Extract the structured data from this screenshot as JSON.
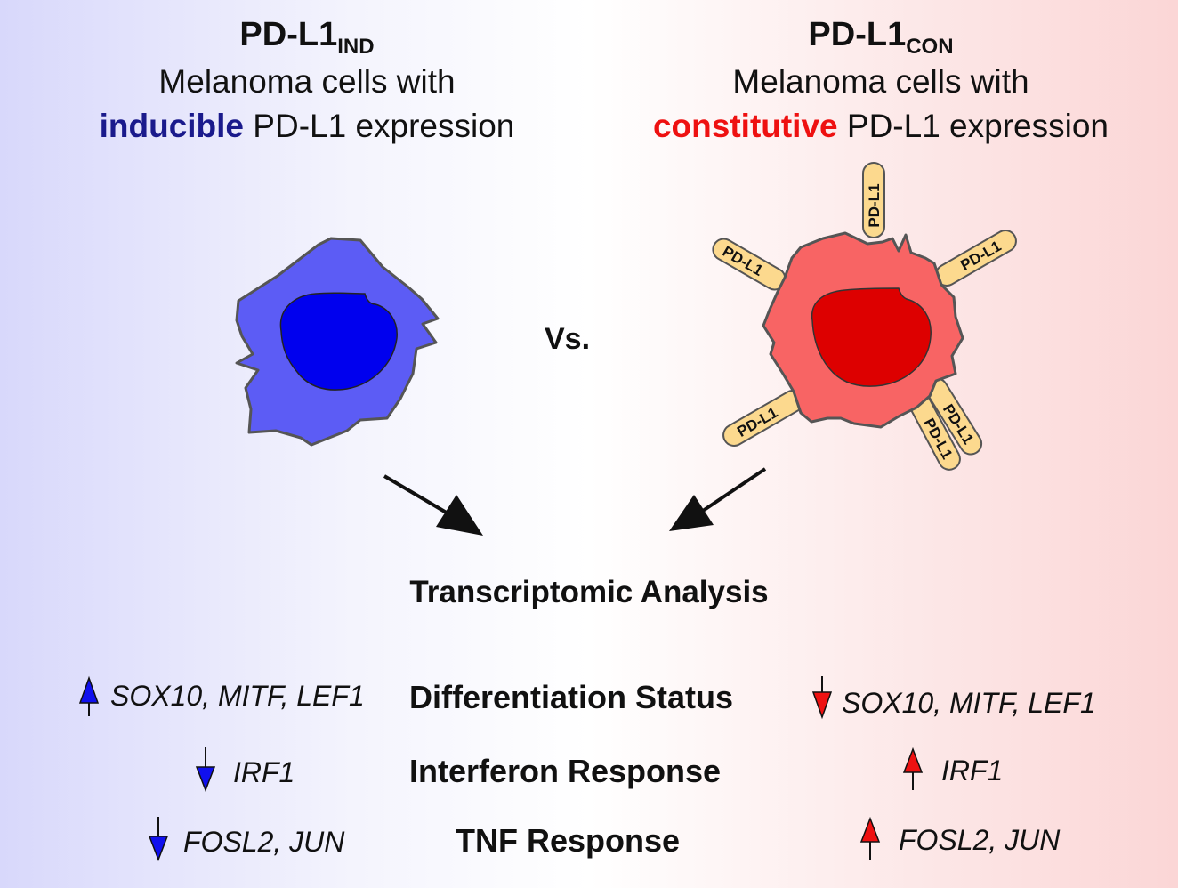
{
  "left": {
    "title": "PD-L1",
    "subscript": "IND",
    "line1": "Melanoma cells with",
    "highlight": "inducible",
    "rest": " PD-L1 expression",
    "color": "#1a1a8c"
  },
  "right": {
    "title": "PD-L1",
    "subscript": "CON",
    "line1": "Melanoma cells with",
    "highlight": "constitutive",
    "rest": " PD-L1 expression",
    "color": "#ee1111"
  },
  "vs": "Vs.",
  "receptor_label": "PD-L1",
  "analysis": "Transcriptomic Analysis",
  "rows": [
    {
      "category": "Differentiation Status",
      "left": {
        "genes": "SOX10, MITF, LEF1",
        "direction": "up"
      },
      "right": {
        "genes": "SOX10, MITF, LEF1",
        "direction": "down"
      }
    },
    {
      "category": "Interferon Response",
      "left": {
        "genes": "IRF1",
        "direction": "down"
      },
      "right": {
        "genes": "IRF1",
        "direction": "up"
      }
    },
    {
      "category": "TNF Response",
      "left": {
        "genes": "FOSL2, JUN",
        "direction": "down"
      },
      "right": {
        "genes": "FOSL2, JUN",
        "direction": "up"
      }
    }
  ],
  "colors": {
    "blue_cell": "#5c5cf5",
    "blue_nucleus": "#0000ee",
    "red_cell": "#f86464",
    "red_nucleus": "#dd0000",
    "receptor": "#fcd98e",
    "arrow_blue": "#1010ee",
    "arrow_red": "#ee1111"
  }
}
